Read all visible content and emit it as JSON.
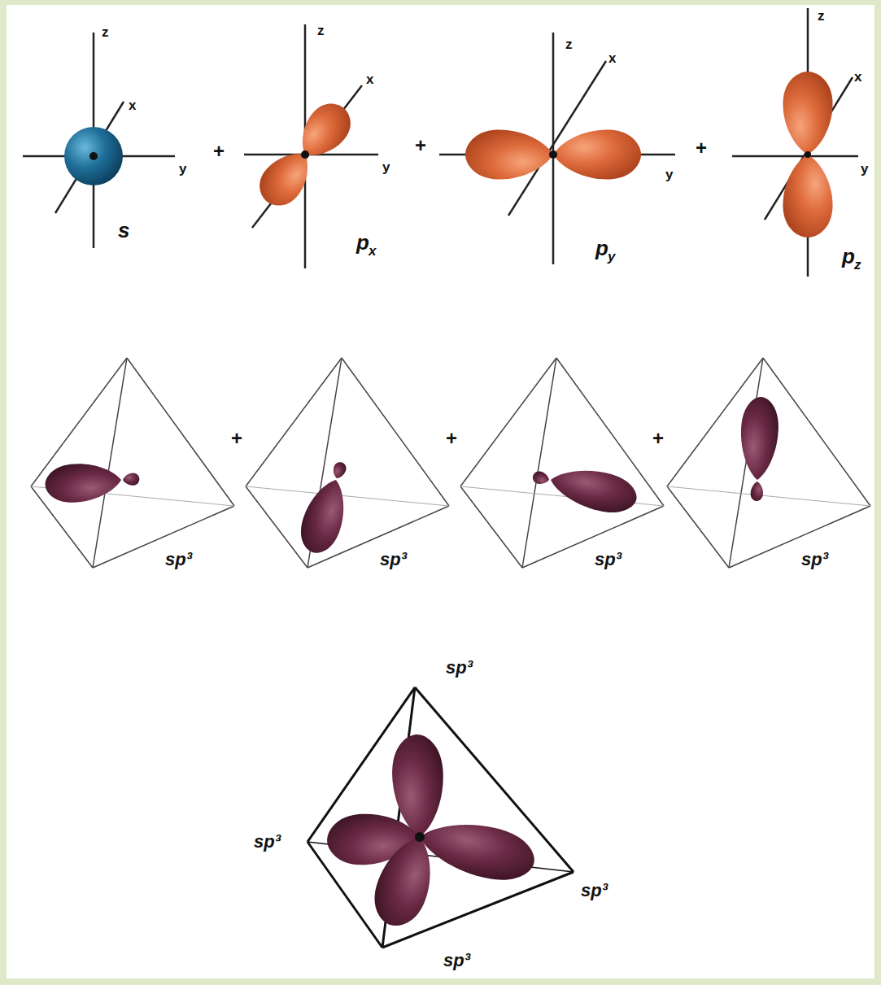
{
  "diagram": {
    "labels": [
      "z",
      "x",
      "y",
      "s",
      "+",
      "z",
      "x",
      "y",
      "p",
      "x",
      "+",
      "z",
      "x",
      "y",
      "p",
      "y",
      "+",
      "z",
      "x",
      "y",
      "p",
      "z",
      "sp³",
      "+",
      "sp³",
      "+",
      "sp³",
      "+",
      "sp³",
      "sp³",
      "sp³",
      "sp³",
      "sp³"
    ]
  }
}
